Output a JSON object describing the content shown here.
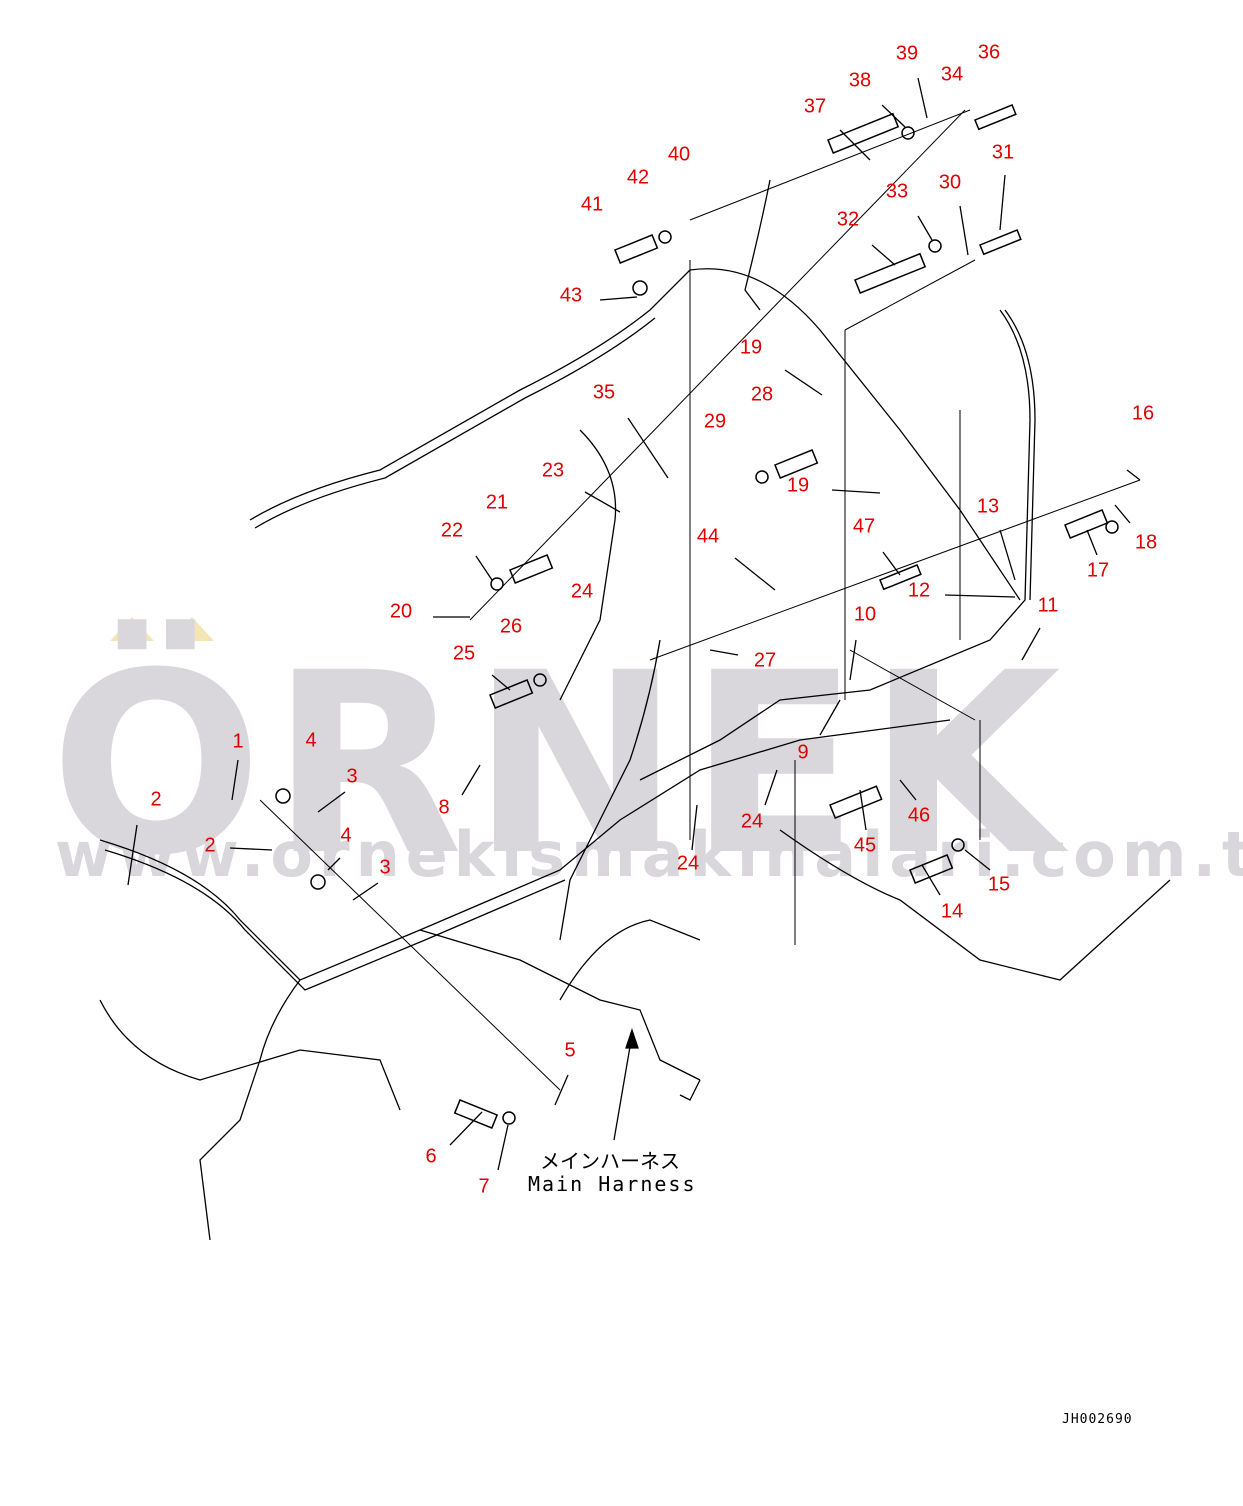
{
  "watermark": {
    "brand": "ÖRNEK",
    "url": "www.ornekismakinalari.com.tr"
  },
  "caption": {
    "japanese": "メインハーネス",
    "english": "Main Harness"
  },
  "drawing_code": "JH002690",
  "label_color": "#e00000",
  "labels": [
    "1",
    "2",
    "2",
    "3",
    "3",
    "4",
    "4",
    "5",
    "6",
    "7",
    "8",
    "9",
    "10",
    "11",
    "12",
    "13",
    "14",
    "15",
    "16",
    "17",
    "18",
    "19",
    "19",
    "20",
    "21",
    "22",
    "23",
    "24",
    "24",
    "24",
    "25",
    "26",
    "27",
    "28",
    "29",
    "30",
    "31",
    "32",
    "33",
    "34",
    "35",
    "36",
    "37",
    "38",
    "39",
    "40",
    "41",
    "42",
    "43",
    "44",
    "45",
    "46",
    "47"
  ]
}
